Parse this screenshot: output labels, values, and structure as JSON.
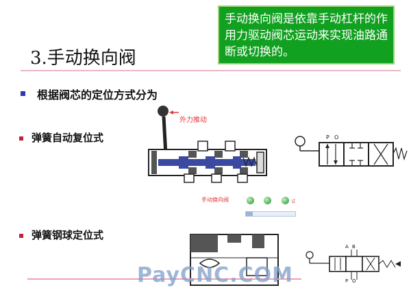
{
  "slide": {
    "callout": "手动换向阀是依靠手动杠杆的作用力驱动阀芯运动来实现油路通断或切换的。",
    "title": "3.手动换向阀",
    "bullet_main": "根据阀芯的定位方式分为",
    "item_spring_return": "弹簧自动复位式",
    "item_steel_ball": "弹簧钢球定位式",
    "force_label": "外力推动",
    "animation_caption": "手动换向阀",
    "control_tail": "试",
    "watermark": "PayCNC.COM"
  },
  "symbol_ports": {
    "top_symbol_p": "P",
    "top_symbol_o": "O",
    "bottom_symbol_a": "A",
    "bottom_symbol_b": "B",
    "bottom_symbol_p": "P",
    "bottom_symbol_o": "O"
  },
  "colors": {
    "callout_bg": "#12a020",
    "bullet_blue": "#2b3bb4",
    "bullet_red": "#c0233b",
    "accent_red": "#e23a3a",
    "play_green": "#1e8f2a"
  }
}
